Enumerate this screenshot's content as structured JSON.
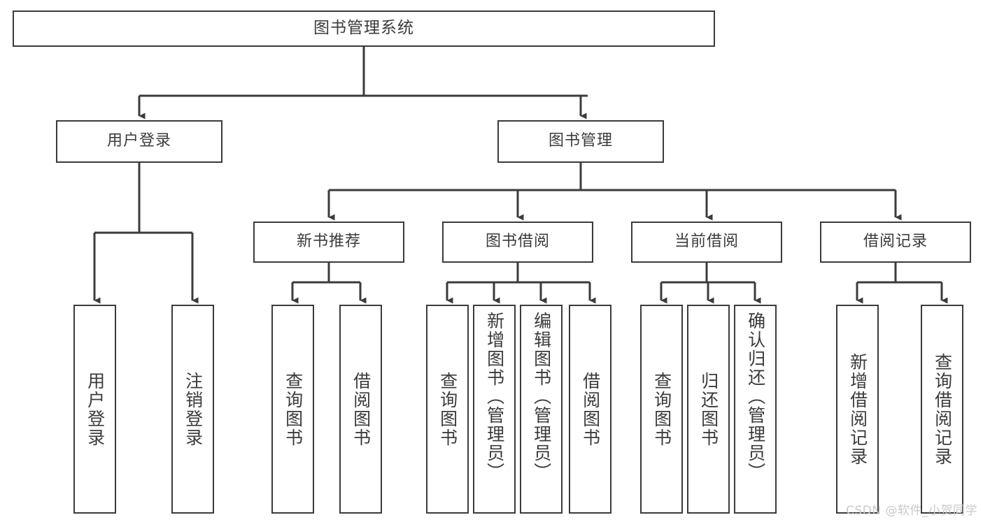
{
  "diagram": {
    "title": "图书管理系统",
    "type": "functional-structure-tree",
    "stroke_color": "#3b3b3b",
    "fill_color": "#ffffff",
    "text_color": "#3b3b3b"
  },
  "nodes": {
    "root": {
      "label": "图书管理系统"
    },
    "level2": [
      {
        "label": "用户登录"
      },
      {
        "label": "图书管理"
      }
    ],
    "level3": [
      {
        "label": "新书推荐"
      },
      {
        "label": "图书借阅"
      },
      {
        "label": "当前借阅"
      },
      {
        "label": "借阅记录"
      }
    ],
    "leaves": {
      "user_login": [
        {
          "label": "用户登录"
        },
        {
          "label": "注销登录"
        }
      ],
      "new_book_rec": [
        {
          "label": "查询图书"
        },
        {
          "label": "借阅图书"
        }
      ],
      "book_borrow": [
        {
          "label": "查询图书"
        },
        {
          "label": "新增图书（管理员）"
        },
        {
          "label": "编辑图书（管理员）"
        },
        {
          "label": "借阅图书"
        }
      ],
      "current_borrow": [
        {
          "label": "查询图书"
        },
        {
          "label": "归还图书"
        },
        {
          "label": "确认归还（管理员）"
        }
      ],
      "borrow_record": [
        {
          "label": "新增借阅记录"
        },
        {
          "label": "查询借阅记录"
        }
      ]
    }
  },
  "watermark": {
    "text": "CSDN @软件_小贺同学",
    "color": "#c9c9c9"
  }
}
